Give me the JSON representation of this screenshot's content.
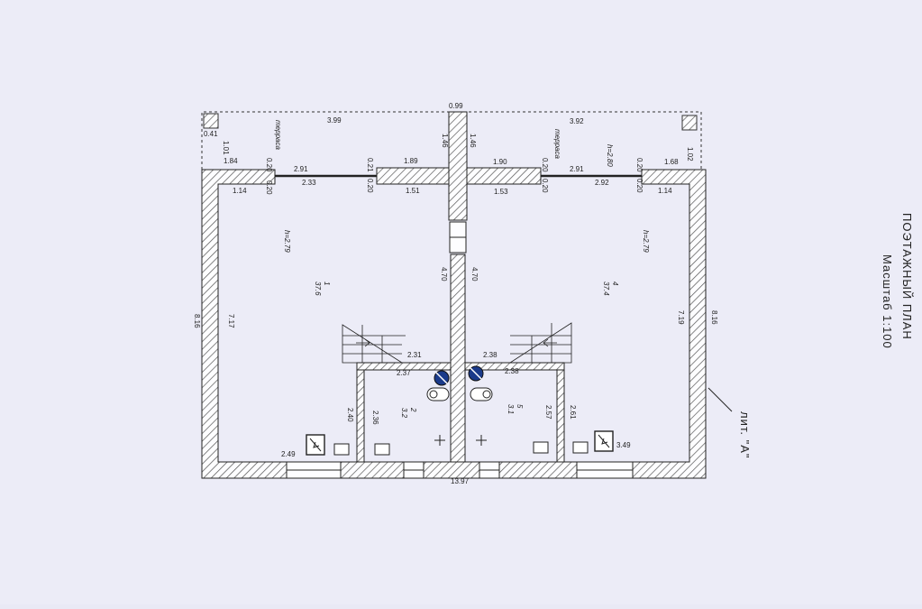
{
  "title": "ПОЭТАЖНЫЙ ПЛАН",
  "scale": "Масштаб 1:100",
  "liter": "лит. \"А\"",
  "dims": {
    "d099": "0.99",
    "d399": "3.99",
    "d392": "3.92",
    "d041": "0.41",
    "d101": "1.01",
    "d184": "1.84",
    "d020": "0.20",
    "d291": "2.91",
    "d021": "0.21",
    "d189": "1.89",
    "d190": "1.90",
    "d168": "1.68",
    "d114": "1.14",
    "d233": "2.33",
    "d151": "1.51",
    "d153": "1.53",
    "d292": "2.92",
    "d146": "1.46",
    "d816": "8.16",
    "d717": "7.17",
    "d719": "7.19",
    "d470": "4.70",
    "d231": "2.31",
    "d238": "2.38",
    "d237": "2.37",
    "d236": "2.36",
    "d240": "2.40",
    "d257": "2.57",
    "d261": "2.61",
    "d249": "2.49",
    "d349": "3.49",
    "d1397": "13.97",
    "d102": "1.02"
  },
  "labels": {
    "terrace": "терраса",
    "h_left": "h=2.79",
    "h_right": "h=2.79",
    "h_ter": "h=2.80",
    "room1": "1",
    "room1_area": "37.6",
    "room4": "4",
    "room4_area": "37.4",
    "room2": "2",
    "room2_area": "3.2",
    "room5": "5",
    "room5_area": "3.1"
  }
}
